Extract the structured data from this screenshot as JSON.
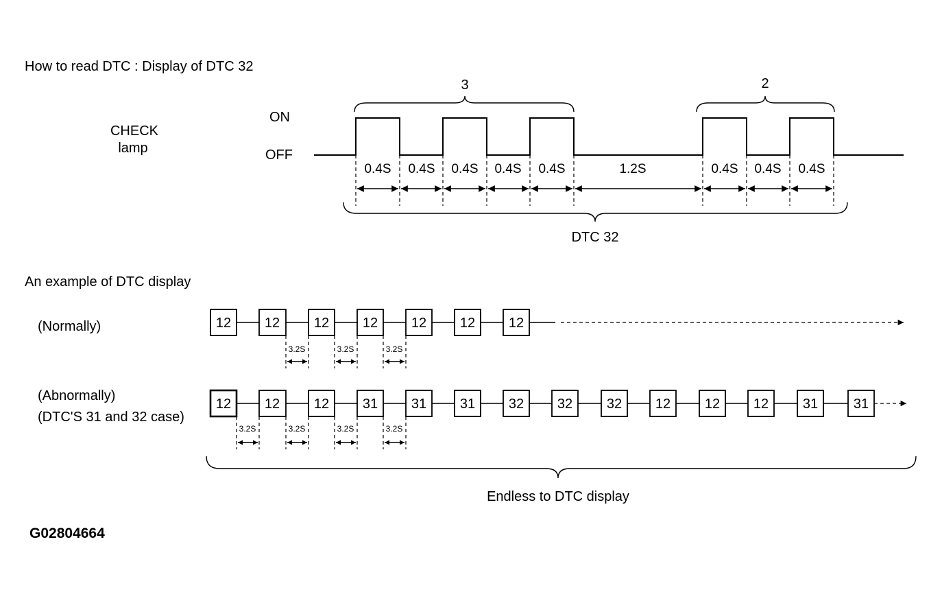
{
  "title": "How to read DTC : Display of DTC 32",
  "lamp_label": "CHECK\nlamp",
  "lamp_label_lines": [
    "CHECK",
    "lamp"
  ],
  "state_on": "ON",
  "state_off": "OFF",
  "waveform": {
    "first_digit": "3",
    "second_digit": "2",
    "pulse_duration": "0.4S",
    "gap_duration": "1.2S",
    "segments": [
      "0.4S",
      "0.4S",
      "0.4S",
      "0.4S",
      "0.4S",
      "1.2S",
      "0.4S",
      "0.4S",
      "0.4S"
    ],
    "code_label": "DTC 32"
  },
  "example_title": "An example of DTC display",
  "normal": {
    "label": "(Normally)",
    "codes": [
      "12",
      "12",
      "12",
      "12",
      "12",
      "12",
      "12"
    ],
    "interval_label": "3.2S",
    "intervals": [
      "3.2S",
      "3.2S",
      "3.2S"
    ]
  },
  "abnormal": {
    "label_line1": "(Abnormally)",
    "label_line2": "(DTC'S 31 and 32 case)",
    "codes": [
      "12",
      "12",
      "12",
      "31",
      "31",
      "31",
      "32",
      "32",
      "32",
      "12",
      "12",
      "12",
      "31",
      "31"
    ],
    "intervals": [
      "3.2S",
      "3.2S",
      "3.2S",
      "3.2S"
    ],
    "brace_label": "Endless to DTC display"
  },
  "figure_id": "G02804664"
}
